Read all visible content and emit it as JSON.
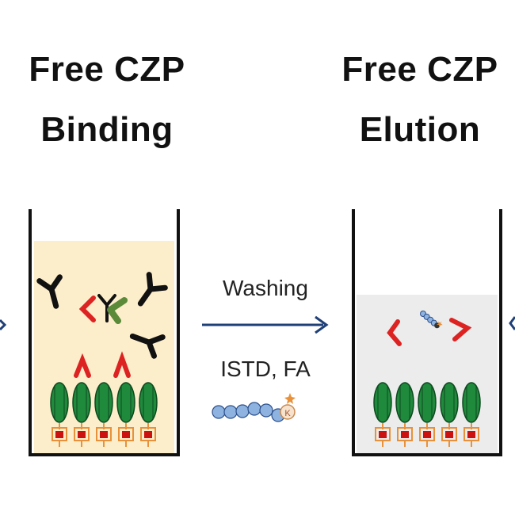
{
  "panels": [
    {
      "title_line1": "Free CZP",
      "title_line2": "Binding"
    },
    {
      "title_line1": "Free CZP",
      "title_line2": "Elution"
    }
  ],
  "transition": {
    "step_label": "Washing",
    "reagents_label": "ISTD, FA",
    "peptide_residue_label": "K"
  },
  "colors": {
    "binding_liquid": "#fdeecb",
    "elution_liquid": "#ececec",
    "antibody_black": "#111111",
    "antibody_green": "#5a8a3a",
    "fab_red": "#dd2222",
    "receptor_green": "#1f8a3c",
    "anchor_orange": "#e8913a",
    "anchor_red": "#cc1111",
    "arrow_navy": "#1f3f77",
    "peptide_blue": "#8fb3e0"
  }
}
